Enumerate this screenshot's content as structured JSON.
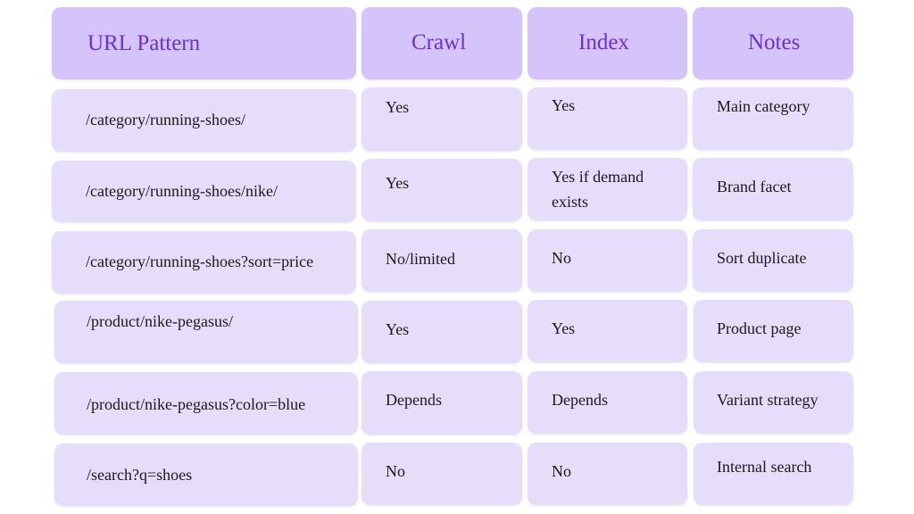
{
  "header": {
    "url_pattern": "URL Pattern",
    "crawl": "Crawl",
    "index": "Index",
    "notes": "Notes"
  },
  "rows": [
    {
      "url": "/category/running-shoes/",
      "crawl": "Yes",
      "index": "Yes",
      "notes": "Main category"
    },
    {
      "url": "/category/running-shoes/nike/",
      "crawl": "Yes",
      "index": "Yes if demand exists",
      "notes": "Brand facet"
    },
    {
      "url": "/category/running-shoes?sort=price",
      "crawl": "No/limited",
      "index": "No",
      "notes": "Sort duplicate"
    },
    {
      "url": "/product/nike-pegasus/",
      "crawl": "Yes",
      "index": "Yes",
      "notes": "Product page"
    },
    {
      "url": "/product/nike-pegasus?color=blue",
      "crawl": "Depends",
      "index": "Depends",
      "notes": "Variant strategy"
    },
    {
      "url": "/search?q=shoes",
      "crawl": "No",
      "index": "No",
      "notes": "Internal search"
    }
  ],
  "colors": {
    "header_bg": "#d4c4fa",
    "header_text": "#6a2fe0",
    "cell_bg": "#e6ddfb",
    "body_text": "#1a1a1a"
  }
}
